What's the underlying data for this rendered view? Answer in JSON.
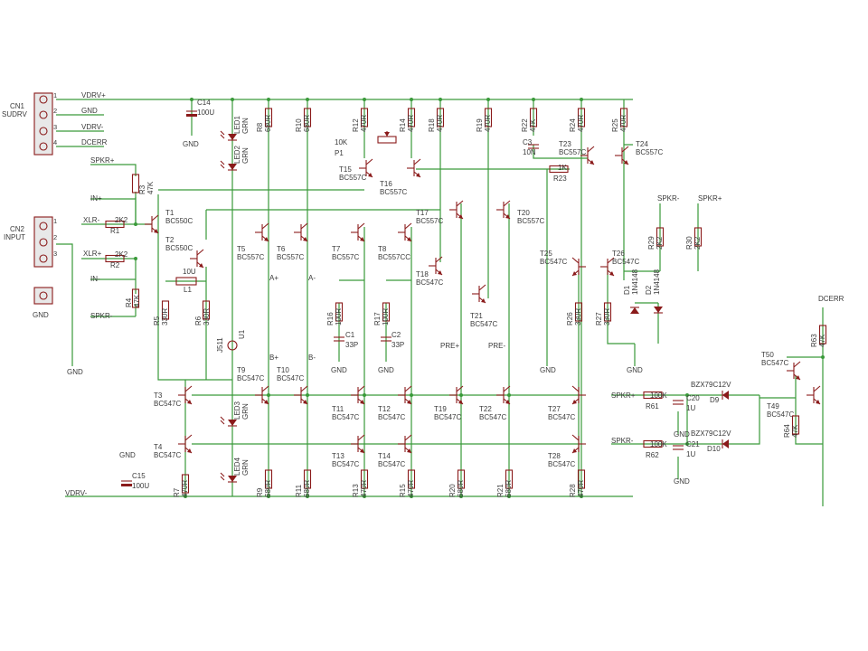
{
  "colors": {
    "wire": "#3a9a3a",
    "component": "#8a1a1a",
    "text": "#3a3a3a"
  },
  "connectors": [
    {
      "ref": "CN1",
      "value": "SUDRV",
      "pins": [
        "1",
        "2",
        "3",
        "4"
      ],
      "nets": [
        "VDRV+",
        "GND",
        "VDRV-",
        "DCERR"
      ]
    },
    {
      "ref": "CN2",
      "value": "INPUT",
      "pins": [
        "1",
        "2",
        "3"
      ]
    }
  ],
  "nets": {
    "spkr_plus": "SPKR+",
    "spkr_minus": "SPKR-",
    "in_plus": "IN+",
    "in_minus": "IN-",
    "xlr_minus": "XLR-",
    "xlr_plus": "XLR+",
    "gnd": "GND",
    "a_plus": "A+",
    "a_minus": "A-",
    "b_plus": "B+",
    "b_minus": "B-",
    "pre_plus": "PRE+",
    "pre_minus": "PRE-",
    "vdrv_minus": "VDRV-",
    "dcerr": "DCERR"
  },
  "transistors": [
    {
      "ref": "T1",
      "value": "BC550C"
    },
    {
      "ref": "T2",
      "value": "BC550C"
    },
    {
      "ref": "T3",
      "value": "BC547C"
    },
    {
      "ref": "T4",
      "value": "BC547C"
    },
    {
      "ref": "T5",
      "value": "BC557C"
    },
    {
      "ref": "T6",
      "value": "BC557C"
    },
    {
      "ref": "T7",
      "value": "BC557C"
    },
    {
      "ref": "T8",
      "value": "BC557CC"
    },
    {
      "ref": "T9",
      "value": "BC547C"
    },
    {
      "ref": "T10",
      "value": "BC547C"
    },
    {
      "ref": "T11",
      "value": "BC547C"
    },
    {
      "ref": "T12",
      "value": "BC547C"
    },
    {
      "ref": "T13",
      "value": "BC547C"
    },
    {
      "ref": "T14",
      "value": "BC547C"
    },
    {
      "ref": "T15",
      "value": "BC557C"
    },
    {
      "ref": "T16",
      "value": "BC557C"
    },
    {
      "ref": "T17",
      "value": "BC557C"
    },
    {
      "ref": "T18",
      "value": "BC547C"
    },
    {
      "ref": "T19",
      "value": "BC547C"
    },
    {
      "ref": "T20",
      "value": "BC557C"
    },
    {
      "ref": "T21",
      "value": "BC547C"
    },
    {
      "ref": "T22",
      "value": "BC547C"
    },
    {
      "ref": "T23",
      "value": "BC557C"
    },
    {
      "ref": "T24",
      "value": "BC557C"
    },
    {
      "ref": "T25",
      "value": "BC547C"
    },
    {
      "ref": "T26",
      "value": "BC547C"
    },
    {
      "ref": "T27",
      "value": "BC547C"
    },
    {
      "ref": "T28",
      "value": "BC547C"
    },
    {
      "ref": "T49",
      "value": "BC547C"
    },
    {
      "ref": "T50",
      "value": "BC547C"
    },
    {
      "ref": "U1",
      "value": "J511"
    }
  ],
  "resistors": [
    {
      "ref": "R1",
      "value": "2K2"
    },
    {
      "ref": "R2",
      "value": "2K2"
    },
    {
      "ref": "R3",
      "value": "47K"
    },
    {
      "ref": "R4",
      "value": "47K"
    },
    {
      "ref": "R5",
      "value": "330R"
    },
    {
      "ref": "R6",
      "value": "330R"
    },
    {
      "ref": "R7",
      "value": "470R"
    },
    {
      "ref": "R8",
      "value": "680R"
    },
    {
      "ref": "R9",
      "value": "680R"
    },
    {
      "ref": "R10",
      "value": "680R"
    },
    {
      "ref": "R11",
      "value": "680R"
    },
    {
      "ref": "R12",
      "value": "470R"
    },
    {
      "ref": "R13",
      "value": "470R"
    },
    {
      "ref": "R14",
      "value": "470R"
    },
    {
      "ref": "R15",
      "value": "470R"
    },
    {
      "ref": "R16",
      "value": "100R"
    },
    {
      "ref": "R17",
      "value": "100R"
    },
    {
      "ref": "R18",
      "value": "470R"
    },
    {
      "ref": "R19",
      "value": "470R"
    },
    {
      "ref": "R20",
      "value": "680R"
    },
    {
      "ref": "R21",
      "value": "680R"
    },
    {
      "ref": "R22",
      "value": "47K"
    },
    {
      "ref": "R23",
      "value": "1K"
    },
    {
      "ref": "R24",
      "value": "470R"
    },
    {
      "ref": "R25",
      "value": "470R"
    },
    {
      "ref": "R26",
      "value": "330R"
    },
    {
      "ref": "R27",
      "value": "330R"
    },
    {
      "ref": "R28",
      "value": "470R"
    },
    {
      "ref": "R29",
      "value": "2K2"
    },
    {
      "ref": "R30",
      "value": "2K2"
    },
    {
      "ref": "R61",
      "value": "100K"
    },
    {
      "ref": "R62",
      "value": "100K"
    },
    {
      "ref": "R63",
      "value": "47K"
    },
    {
      "ref": "R64",
      "value": "47K"
    },
    {
      "ref": "P1",
      "value": "10K"
    }
  ],
  "capacitors": [
    {
      "ref": "C1",
      "value": "33P"
    },
    {
      "ref": "C2",
      "value": "33P"
    },
    {
      "ref": "C3",
      "value": "10N"
    },
    {
      "ref": "C14",
      "value": "100U"
    },
    {
      "ref": "C15",
      "value": "100U"
    },
    {
      "ref": "C20",
      "value": "1U"
    },
    {
      "ref": "C21",
      "value": "1U"
    },
    {
      "ref": "L1",
      "value": "10U"
    }
  ],
  "diodes": [
    {
      "ref": "D1",
      "value": "1N4148"
    },
    {
      "ref": "D2",
      "value": "1N4148"
    },
    {
      "ref": "D9",
      "value": "BZX79C12V"
    },
    {
      "ref": "D10",
      "value": "BZX79C12V"
    },
    {
      "ref": "LED1",
      "value": "GRN"
    },
    {
      "ref": "LED2",
      "value": "GRN"
    },
    {
      "ref": "LED3",
      "value": "GRN"
    },
    {
      "ref": "LED4",
      "value": "GRN"
    }
  ]
}
